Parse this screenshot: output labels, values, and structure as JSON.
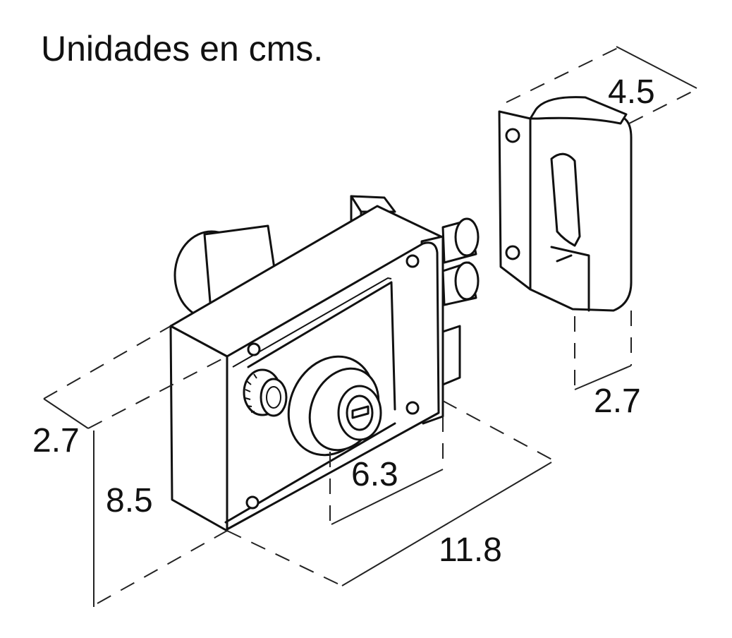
{
  "title": "Unidades en cms.",
  "dimensions": {
    "strike_depth": "4.5",
    "strike_width": "2.7",
    "lock_depth": "2.7",
    "lock_height": "8.5",
    "bolt_offset": "6.3",
    "lock_length": "11.8"
  }
}
